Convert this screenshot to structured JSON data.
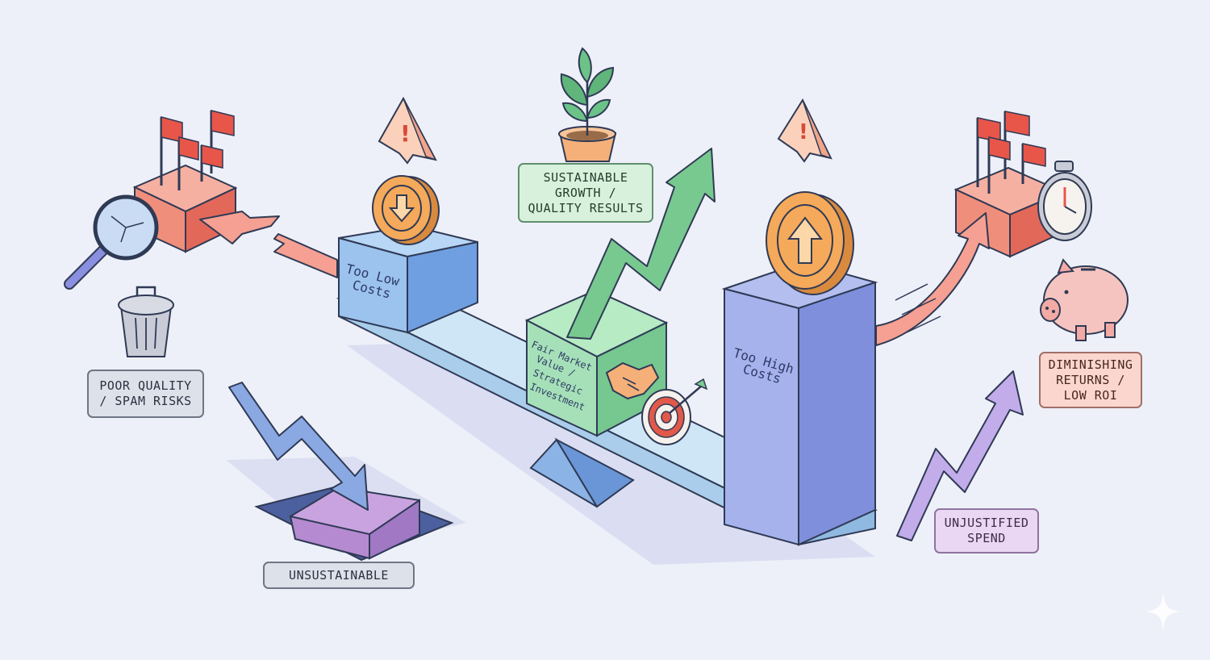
{
  "labels": {
    "poor_quality": "POOR QUALITY\n/ SPAM RISKS",
    "unsustainable": "UNSUSTAINABLE",
    "sustainable": "SUSTAINABLE\nGROWTH /\nQUALITY RESULTS",
    "diminishing": "DIMINISHING\nRETURNS /\nLOW ROI",
    "unjustified": "UNJUSTIFIED\nSPEND"
  },
  "blocks": {
    "too_low": [
      "Too Low",
      "Costs"
    ],
    "fair": [
      "Fair Market",
      "Value /",
      "Strategic",
      "Investment"
    ],
    "too_high": [
      "Too High",
      "Costs"
    ]
  },
  "colors": {
    "background": "#eef0f9",
    "beam": "#bcdcf2",
    "low_block": "#8fb9ea",
    "fair_block": "#8fd6a4",
    "high_block": "#8c9ce0",
    "coin": "#f5a95a",
    "alert_red": "#ef7a6a",
    "growth_green": "#6fc48c",
    "decline_blue": "#86a8e2",
    "spend_purple": "#b39be0"
  },
  "icons": [
    "warning-icon",
    "coin-down-icon",
    "coin-up-icon",
    "plant-icon",
    "handshake-icon",
    "target-icon",
    "magnifier-icon",
    "trash-icon",
    "stopwatch-icon",
    "piggy-bank-icon",
    "flag-icon",
    "sparkle-icon"
  ]
}
